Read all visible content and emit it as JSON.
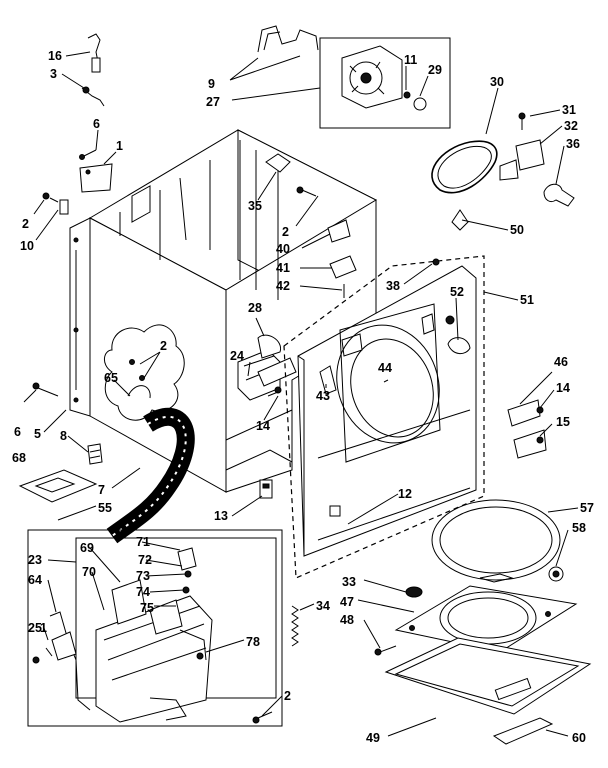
{
  "diagram": {
    "callouts": {
      "c16": "16",
      "c3": "3",
      "c6a": "6",
      "c1": "1",
      "c2a": "2",
      "c10": "10",
      "c9": "9",
      "c27": "27",
      "c11": "11",
      "c29": "29",
      "c30": "30",
      "c31": "31",
      "c32": "32",
      "c36": "36",
      "c35": "35",
      "c2b": "2",
      "c40": "40",
      "c41": "41",
      "c42": "42",
      "c50": "50",
      "c38": "38",
      "c52": "52",
      "c51": "51",
      "c28": "28",
      "c2c": "2",
      "c24": "24",
      "c65": "65",
      "c44": "44",
      "c43": "43",
      "c46": "46",
      "c14a": "14",
      "c15": "15",
      "c14b": "14",
      "c6b": "6",
      "c5": "5",
      "c8": "8",
      "c68": "68",
      "c7": "7",
      "c55": "55",
      "c13": "13",
      "c12": "12",
      "c57": "57",
      "c58": "58",
      "c23": "23",
      "c69": "69",
      "c71": "71",
      "c72": "72",
      "c73": "73",
      "c70": "70",
      "c74": "74",
      "c75": "75",
      "c64": "64",
      "c34": "34",
      "c33": "33",
      "c47": "47",
      "c48": "48",
      "c78": "78",
      "c25": "25",
      "c1b": "1",
      "c2d": "2",
      "c49": "49",
      "c60": "60"
    }
  }
}
